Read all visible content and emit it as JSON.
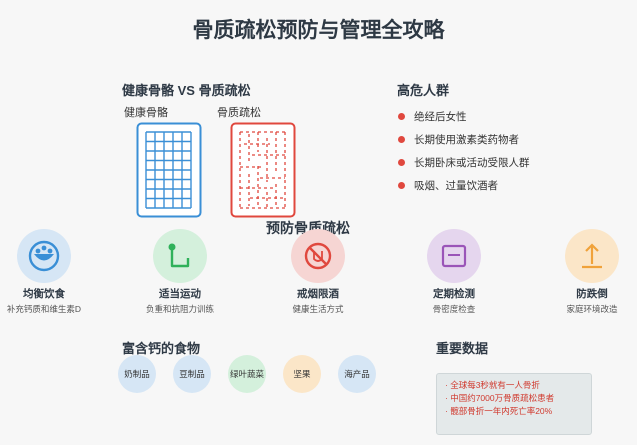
{
  "title": "骨质疏松预防与管理全攻略",
  "compare": {
    "heading": "健康骨骼 VS 骨质疏松",
    "healthy_label": "健康骨骼",
    "osteo_label": "骨质疏松"
  },
  "risk": {
    "heading": "高危人群",
    "items": [
      "绝经后女性",
      "长期使用激素类药物者",
      "长期卧床或活动受限人群",
      "吸烟、过量饮酒者"
    ]
  },
  "prevention": {
    "heading": "预防骨质疏松",
    "methods": [
      {
        "name": "均衡饮食",
        "desc": "补充钙质和维生素D",
        "icon": "bowl-icon",
        "color": "#d6e6f5"
      },
      {
        "name": "适当运动",
        "desc": "负重和抗阻力训练",
        "icon": "exercise-icon",
        "color": "#d4f0dc"
      },
      {
        "name": "戒烟限酒",
        "desc": "健康生活方式",
        "icon": "no-smoking-icon",
        "color": "#f6d5d3"
      },
      {
        "name": "定期检测",
        "desc": "骨密度检查",
        "icon": "checkup-icon",
        "color": "#e5d6ee"
      },
      {
        "name": "防跌倒",
        "desc": "家庭环境改造",
        "icon": "arrow-up-icon",
        "color": "#fbe6c8"
      }
    ]
  },
  "foods": {
    "heading": "富含钙的食物",
    "items": [
      {
        "name": "奶制品",
        "color": "#d6e6f5"
      },
      {
        "name": "豆制品",
        "color": "#d6e6f5"
      },
      {
        "name": "绿叶蔬菜",
        "color": "#d4f0dc"
      },
      {
        "name": "坚果",
        "color": "#fbe6c8"
      },
      {
        "name": "海产品",
        "color": "#d6e6f5"
      }
    ]
  },
  "stats": {
    "heading": "重要数据",
    "items": [
      "· 全球每3秒就有一人骨折",
      "· 中国约7000万骨质疏松患者",
      "· 髋部骨折一年内死亡率20%"
    ]
  },
  "colors": {
    "healthy": "#3a8fd6",
    "osteo": "#e0483e",
    "bullet": "#e0483e"
  }
}
